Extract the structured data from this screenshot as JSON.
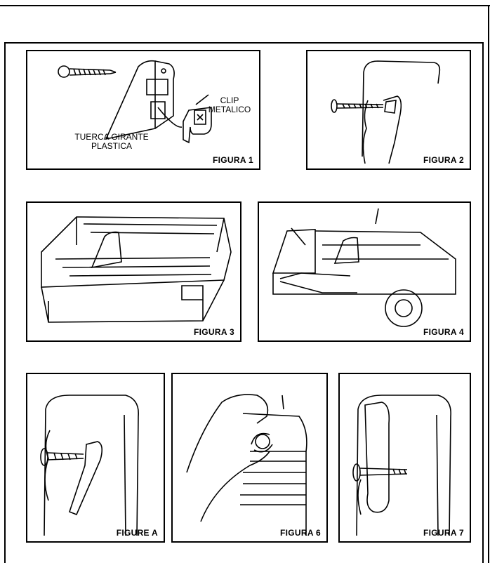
{
  "figures": {
    "fig1": {
      "caption": "FIGURA 1",
      "label_clip": "CLIP\nMETALICO",
      "label_tuerca": "TUERCA GIRANTE\nPLASTICA"
    },
    "fig2": {
      "caption": "FIGURA 2"
    },
    "fig3": {
      "caption": "FIGURA 3"
    },
    "fig4": {
      "caption": "FIGURA 4"
    },
    "figA": {
      "caption": "FIGURE A"
    },
    "fig6": {
      "caption": "FIGURA 6"
    },
    "fig7": {
      "caption": "FIGURA 7"
    }
  }
}
